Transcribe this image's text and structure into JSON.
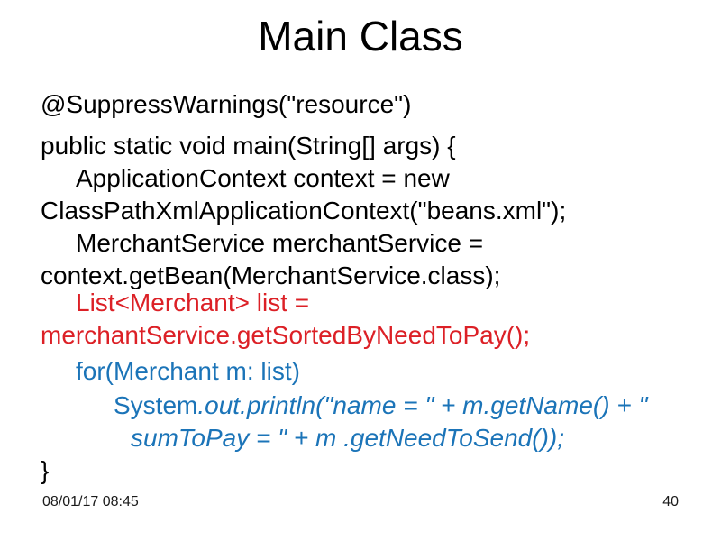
{
  "slide": {
    "title": "Main Class",
    "code": {
      "lines": [
        {
          "text": "@SuppressWarnings(\"resource\")",
          "color": "black",
          "indent": 0
        },
        {
          "text": "public static void main(String[] args) {",
          "color": "black",
          "indent": 0
        },
        {
          "text": "ApplicationContext context = new",
          "color": "black",
          "indent": 1
        },
        {
          "text": "ClassPathXmlApplicationContext(\"beans.xml\");",
          "color": "black",
          "indent": 0
        },
        {
          "text": "MerchantService merchantService =",
          "color": "black",
          "indent": 1
        },
        {
          "text": "context.getBean(MerchantService.class);",
          "color": "black",
          "indent": 0
        },
        {
          "text": "List<Merchant> list =",
          "color": "red",
          "indent": 1
        },
        {
          "text": "merchantService.getSortedByNeedToPay();",
          "color": "red",
          "indent": 0
        },
        {
          "text": "for(Merchant m: list)",
          "color": "blue",
          "indent": 1
        },
        {
          "segments": [
            {
              "text": "System",
              "italic": false
            },
            {
              "text": ".out.println(\"name = \" + m.getName() + \"",
              "italic": true
            }
          ],
          "color": "blue",
          "indent": 2
        },
        {
          "segments": [
            {
              "text": "sumToPay = \" + m .getNeedToSend());",
              "italic": true
            }
          ],
          "color": "blue",
          "indent": 3
        },
        {
          "text": "}",
          "color": "black",
          "indent": 0
        }
      ]
    },
    "footer": {
      "datetime": "08/01/17 08:45",
      "page_number": "40"
    },
    "colors": {
      "background": "#ffffff",
      "code_black": "#000000",
      "code_red": "#dc2026",
      "code_blue": "#1b74b8"
    }
  }
}
